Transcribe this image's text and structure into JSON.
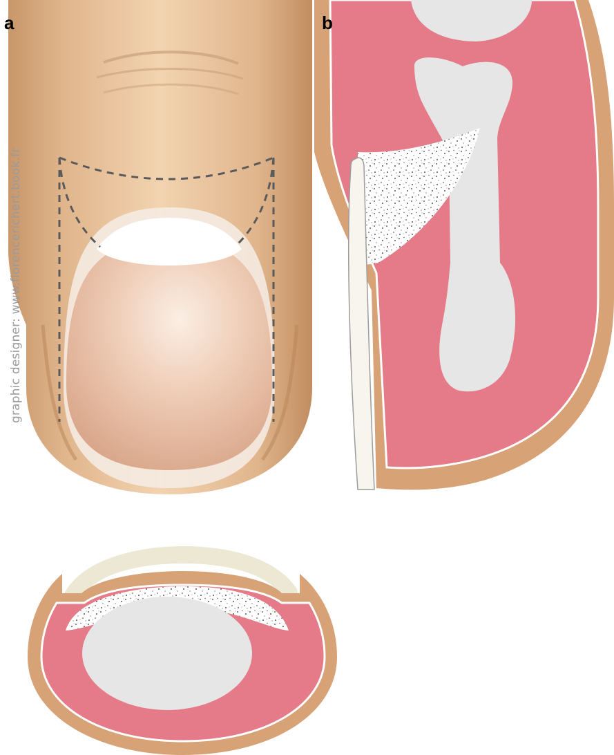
{
  "figure": {
    "panels": [
      {
        "id": "a",
        "label": "a"
      },
      {
        "id": "b",
        "label": "b"
      }
    ],
    "credit": "graphic designer: www.florencerichert.book.fr"
  },
  "colors": {
    "skin": "#e2b993",
    "skin_shadow": "#c99a6c",
    "soft_tissue": "#e57a88",
    "bone": "#e6e6e6",
    "nail_plate": "#f7f5ee",
    "nail_bed_speckle": "#ffffff",
    "dashed_incision": "#5a5a5a"
  }
}
